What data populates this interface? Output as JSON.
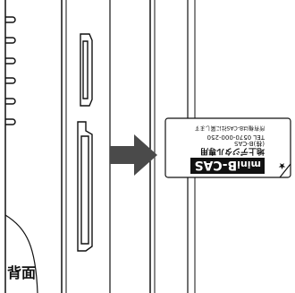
{
  "figure": {
    "side_label": "背面"
  },
  "card": {
    "product_line1": "mini",
    "product_line2": "B-CAS",
    "subtitle": "地上デジタル専用",
    "owner": "(株)B-CAS",
    "tel": "TEL 0570-000-250",
    "note": "所有権はB-CAS社に属します",
    "asterisk": "★"
  },
  "colors": {
    "stroke": "#111111",
    "arrow": "#4a4a4a",
    "card_label_bg": "#111111",
    "card_label_text": "#ffffff",
    "background": "#ffffff"
  }
}
